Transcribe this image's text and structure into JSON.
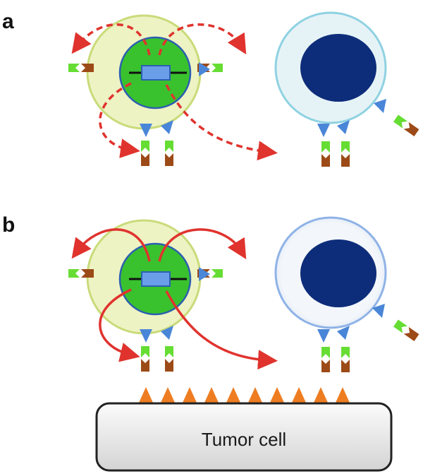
{
  "panels": [
    {
      "label": "a"
    },
    {
      "label": "b"
    }
  ],
  "tumor": {
    "label": "Tumor cell"
  },
  "colors": {
    "engineered_cell_outer": "#eef3c4",
    "engineered_cell_outer_stroke": "#c9db7a",
    "engineered_nucleus": "#39c22e",
    "engineered_nucleus_stroke": "#2c5fb0",
    "gene_construct": "#6a9ee8",
    "target_cell_outer": "#e6f3f6",
    "target_cell_outer_stroke_a": "#8fd2e2",
    "target_cell_outer_stroke_b": "#8fb3e6",
    "target_nucleus": "#0d2d7a",
    "arrow_dashed": "#e0332e",
    "arrow_solid": "#e0332e",
    "receptor_ligand": "#4a86d8",
    "receptor_green": "#66dd33",
    "receptor_brown": "#9c4a17",
    "antigen": "#ee7d22",
    "tumor_fill": "#e2e2e2",
    "tumor_stroke": "#222222"
  },
  "icons": {
    "engineered_cell": "engineered-t-cell-icon",
    "target_cell": "t-cell-icon",
    "receptor": "tcr-receptor-icon",
    "antigen": "tumor-antigen-icon"
  }
}
